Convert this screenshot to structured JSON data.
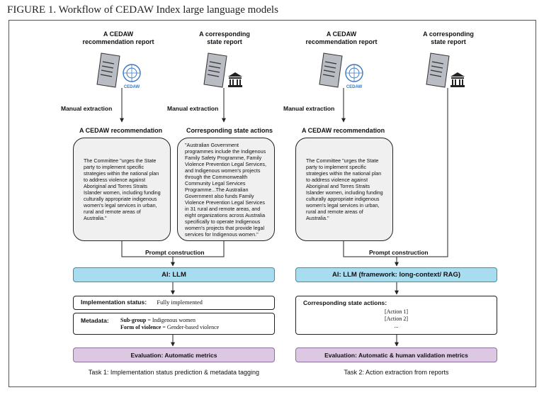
{
  "caption": "FIGURE 1. Workflow of CEDAW Index large language models",
  "left": {
    "doc1_title": "A CEDAW\nrecommendation report",
    "doc2_title": "A corresponding\nstate report",
    "cedaw_logo": "CEDAW",
    "extract1": "Manual extraction",
    "extract2": "Manual extraction",
    "rec_title": "A CEDAW recommendation",
    "actions_title": "Corresponding state actions",
    "rec_text": "The Committee \"urges the State party to implement specific strategies within the national plan to address violence against Aboriginal and Torres Straits Islander women, including funding culturally appropriate indigenous women's legal services in urban, rural and remote areas of Australia.\"",
    "actions_text": "\"Australian Government programmes include the Indigenous Family Safety Programme, Family Violence Prevention Legal Services, and Indigenous women's projects through the Commonwealth Community Legal Services Programme...The Australian Government also funds Family Violence Prevention Legal Services in 31 rural and remote areas, and eight organizations across Australia specifically to operate Indigenous women's projects that provide legal services for Indigenous women.\"",
    "prompt": "Prompt construction",
    "llm": "AI: LLM",
    "impl_label": "Implementation status:",
    "impl_value": "Fully implemented",
    "meta_label": "Metadata:",
    "subgroup_key": "Sub-group",
    "subgroup_value": " = Indigenous women",
    "violence_key": "Form of violence",
    "violence_value": " = Gender-based violence",
    "eval": "Evaluation: Automatic metrics",
    "task": "Task 1: Implementation status prediction & metadata tagging"
  },
  "right": {
    "doc1_title": "A CEDAW\nrecommendation report",
    "doc2_title": "A corresponding\nstate report",
    "cedaw_logo": "CEDAW",
    "extract1": "Manual extraction",
    "rec_title": "A CEDAW recommendation",
    "rec_text": "The Committee \"urges the State party to implement specific strategies within the national plan to address violence against Aboriginal and Torres Straits Islander women, including funding culturally appropriate indigenous women's legal services in urban, rural and remote areas of Australia.\"",
    "prompt": "Prompt construction",
    "llm": "AI: LLM (framework: long-context/ RAG)",
    "actions_label": "Corresponding state actions:",
    "action1": "[Action 1]",
    "action2": "[Action 2]",
    "action_more": "...",
    "eval": "Evaluation: Automatic & human validation metrics",
    "task": "Task 2: Action extraction from reports"
  }
}
